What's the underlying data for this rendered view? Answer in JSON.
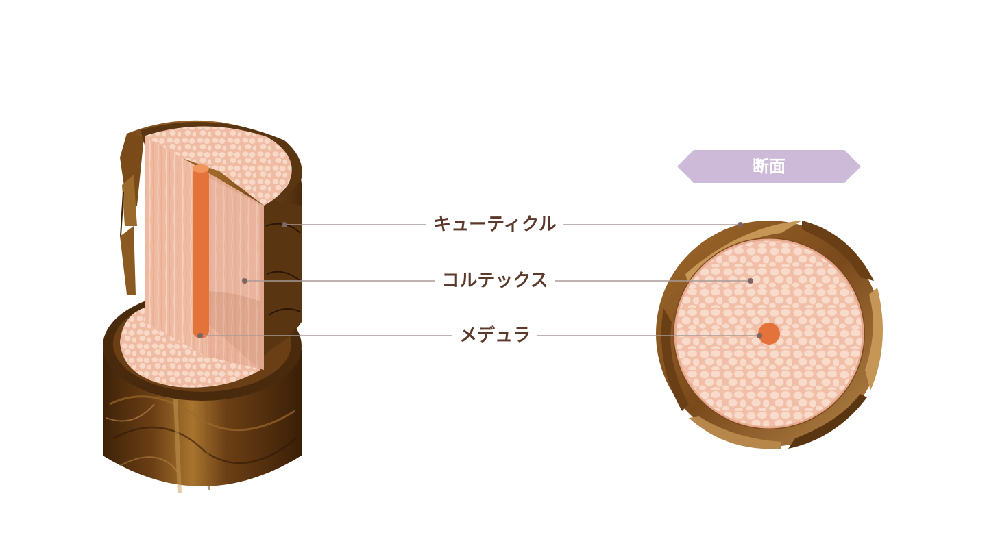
{
  "labels": {
    "cuticle": "キューティクル",
    "cortex": "コルテックス",
    "medulla": "メデュラ"
  },
  "badge": {
    "text": "断面"
  },
  "colors": {
    "cuticle_dark": "#5a3512",
    "cuticle_mid": "#8a5a22",
    "cuticle_light": "#b0813e",
    "cortex": "#f3c6b2",
    "cortex_cell": "#f9dccd",
    "medulla": "#e3733b",
    "badge": "#cdbad9",
    "label_text": "#5b3a2c",
    "leader_line": "#a89a95"
  }
}
